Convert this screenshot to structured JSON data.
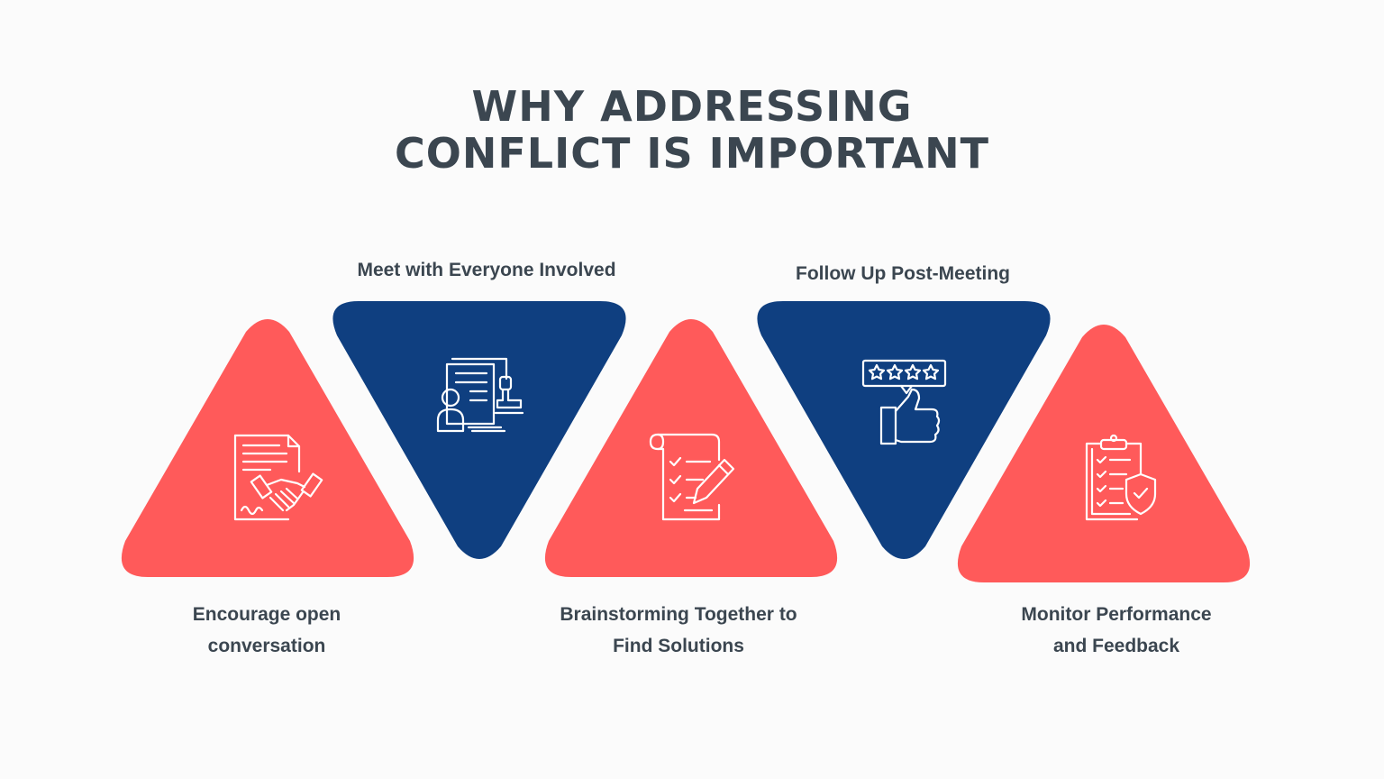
{
  "title": {
    "line1": "WHY ADDRESSING",
    "line2": "CONFLICT IS IMPORTANT"
  },
  "colors": {
    "coral": "#ff5a5a",
    "navy": "#0f3f80",
    "text": "#3b4650",
    "icon": "#ffffff"
  },
  "steps": [
    {
      "label_lines": [
        "Encourage open",
        "conversation"
      ],
      "icon": "handshake-agreement-icon"
    },
    {
      "label_lines": [
        "Meet with Everyone Involved"
      ],
      "icon": "documents-stamp-person-icon"
    },
    {
      "label_lines": [
        "Brainstorming Together to",
        "Find Solutions"
      ],
      "icon": "checklist-pencil-icon"
    },
    {
      "label_lines": [
        "Follow Up Post-Meeting"
      ],
      "icon": "thumbs-up-rating-icon"
    },
    {
      "label_lines": [
        "Monitor Performance",
        "and Feedback"
      ],
      "icon": "clipboard-shield-icon"
    }
  ]
}
